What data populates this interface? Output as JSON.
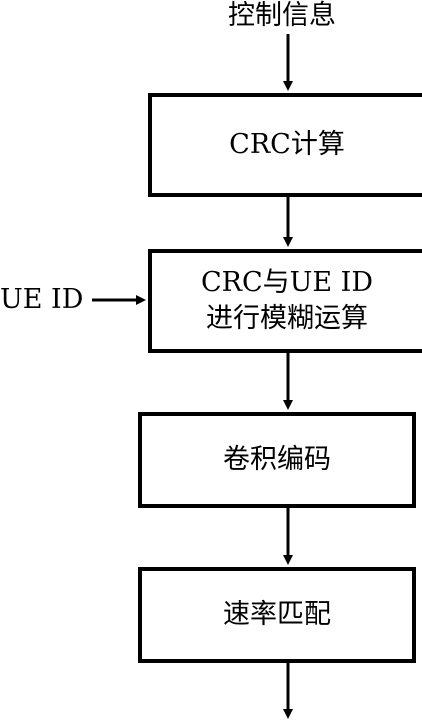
{
  "diagram": {
    "input_label": "控制信息",
    "side_input_label": "UE ID",
    "boxes": {
      "crc": {
        "line1": "CRC计算"
      },
      "mask": {
        "line1": "CRC与UE ID",
        "line2": "进行模糊运算"
      },
      "conv": {
        "line1": "卷积编码"
      },
      "rate": {
        "line1": "速率匹配"
      }
    },
    "colors": {
      "stroke": "#000000",
      "background": "#ffffff"
    }
  }
}
